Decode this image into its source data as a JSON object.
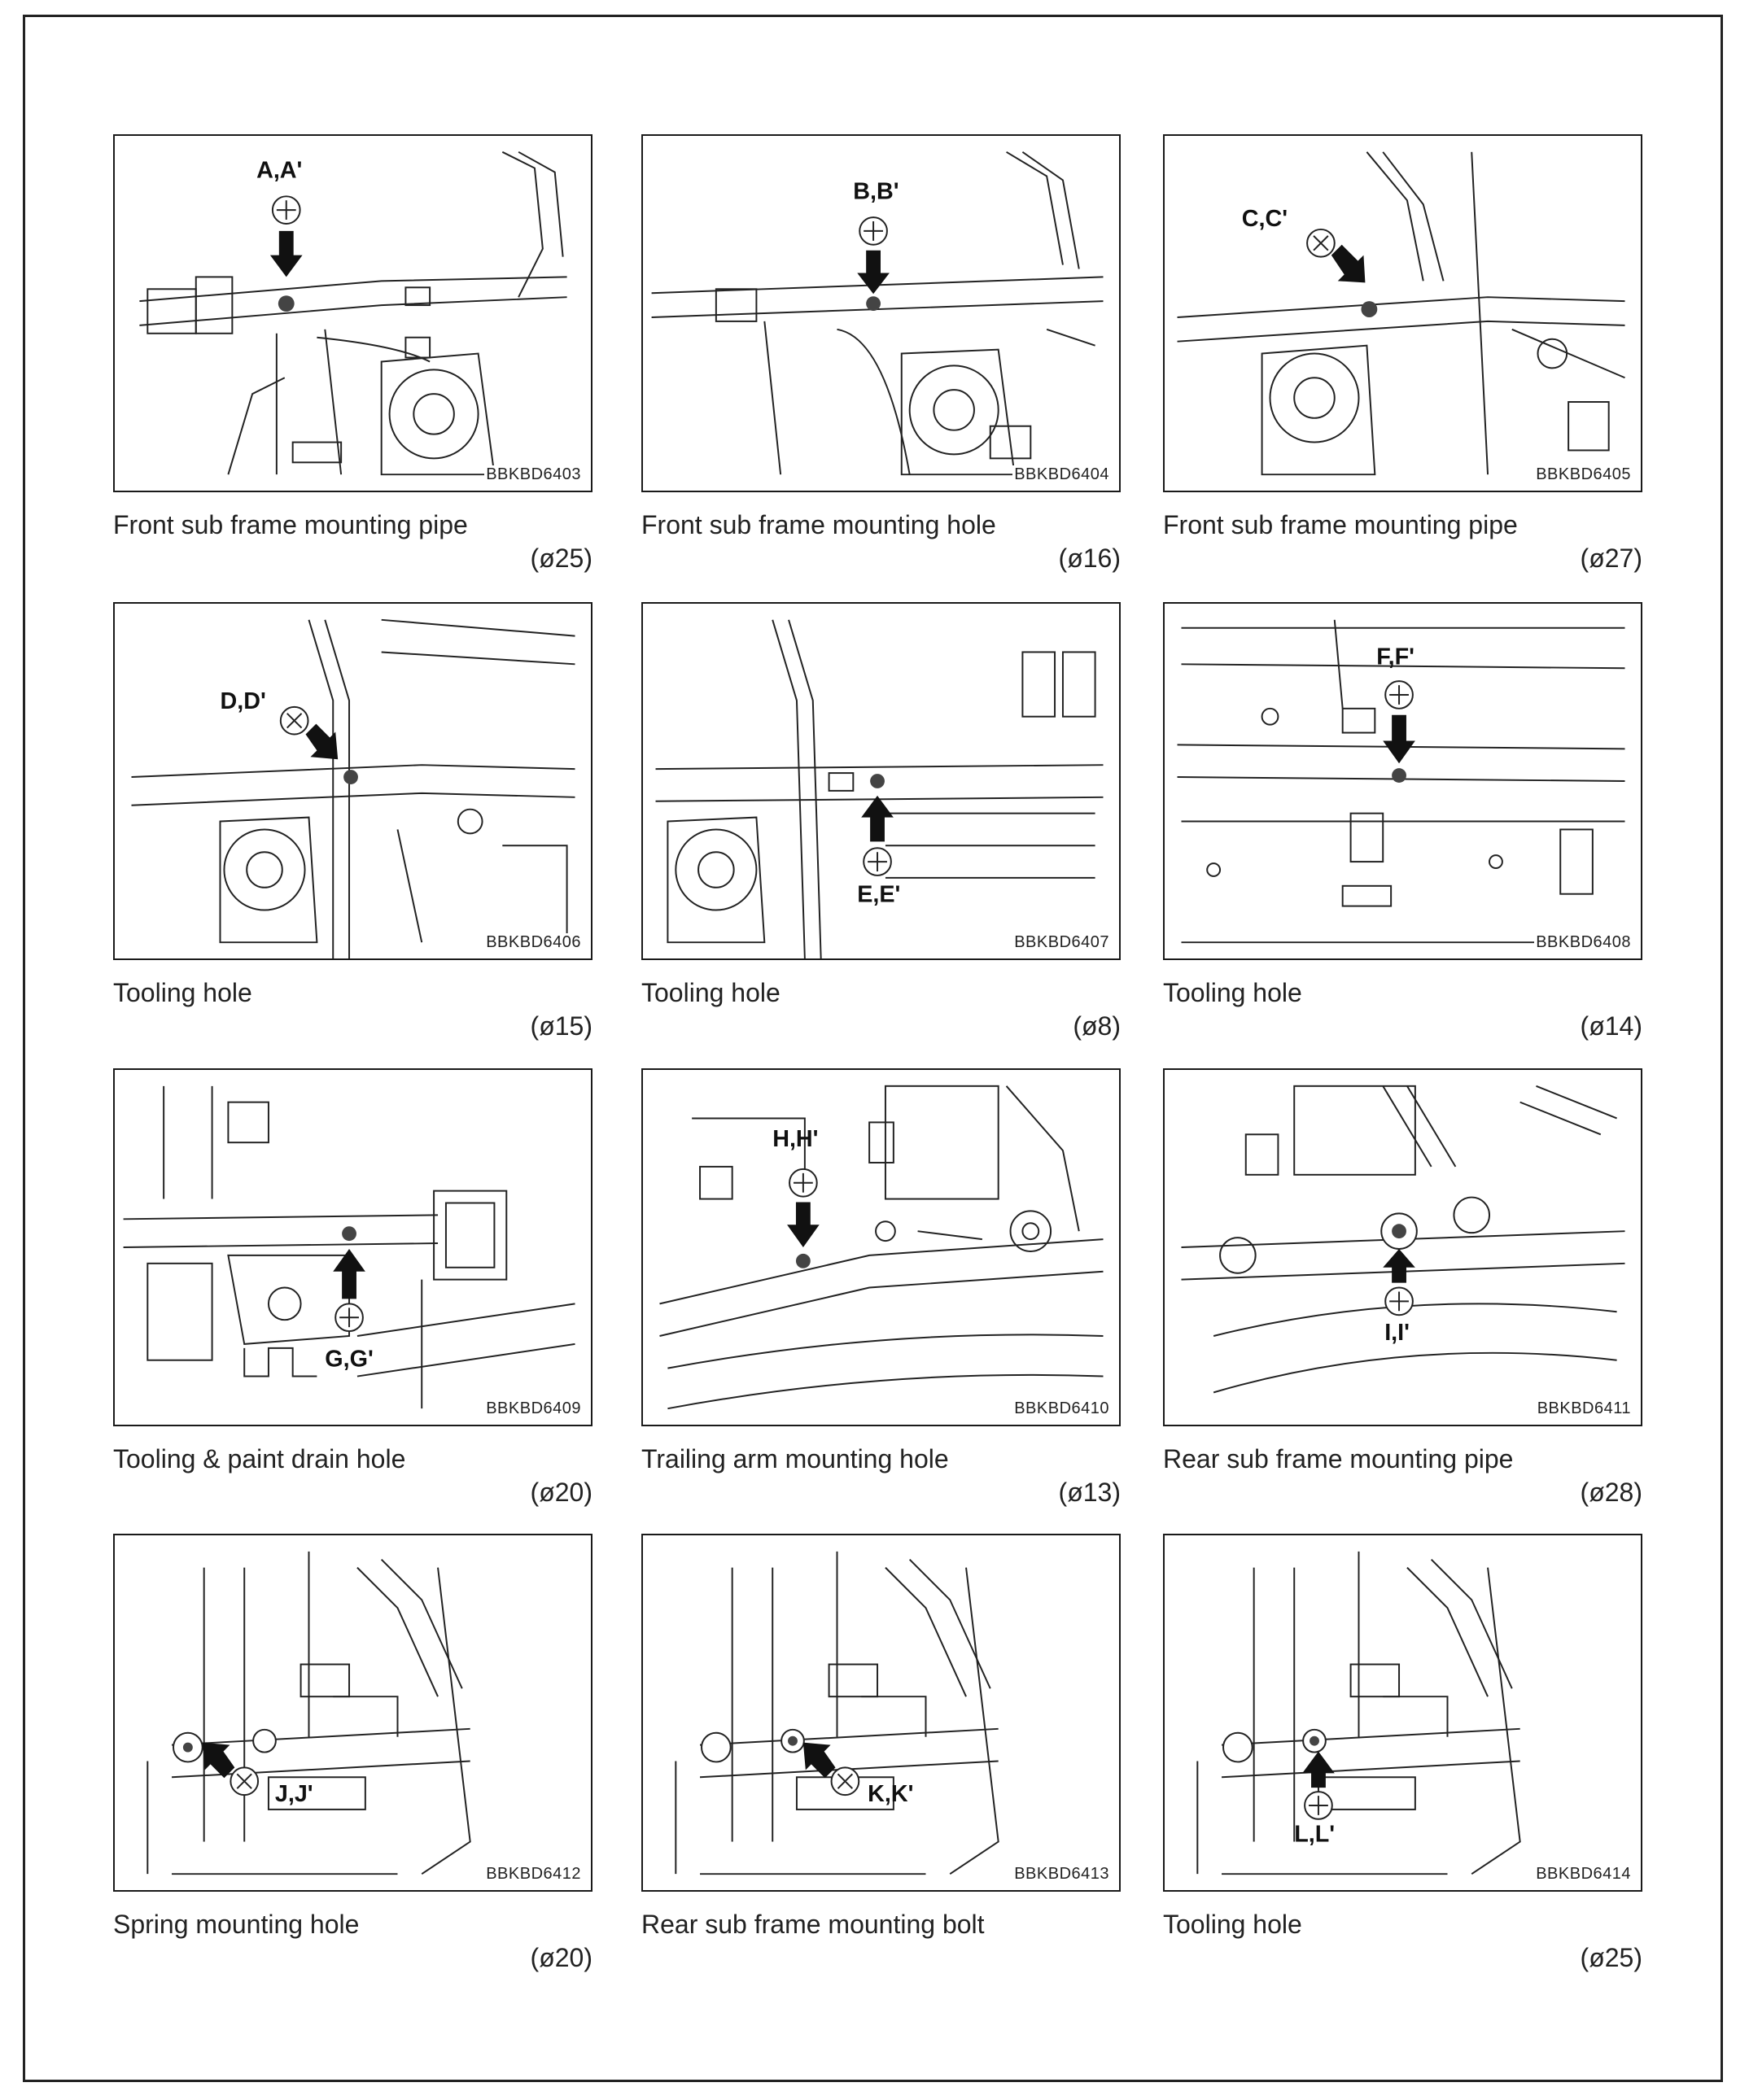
{
  "figures": [
    {
      "label": "A,A'",
      "code": "BBKBD6403",
      "description": "Front sub frame mounting pipe",
      "diameter": "(ø25)",
      "arrow": "down"
    },
    {
      "label": "B,B'",
      "code": "BBKBD6404",
      "description": "Front sub frame mounting hole",
      "diameter": "(ø16)",
      "arrow": "down"
    },
    {
      "label": "C,C'",
      "code": "BBKBD6405",
      "description": "Front sub frame mounting pipe",
      "diameter": "(ø27)",
      "arrow": "diag-down-right"
    },
    {
      "label": "D,D'",
      "code": "BBKBD6406",
      "description": "Tooling hole",
      "diameter": "(ø15)",
      "arrow": "diag-down-right"
    },
    {
      "label": "E,E'",
      "code": "BBKBD6407",
      "description": "Tooling hole",
      "diameter": "(ø8)",
      "arrow": "up"
    },
    {
      "label": "F,F'",
      "code": "BBKBD6408",
      "description": "Tooling hole",
      "diameter": "(ø14)",
      "arrow": "down"
    },
    {
      "label": "G,G'",
      "code": "BBKBD6409",
      "description": "Tooling & paint drain hole",
      "diameter": "(ø20)",
      "arrow": "up"
    },
    {
      "label": "H,H'",
      "code": "BBKBD6410",
      "description": "Trailing arm mounting hole",
      "diameter": "(ø13)",
      "arrow": "down"
    },
    {
      "label": "I,I'",
      "code": "BBKBD6411",
      "description": "Rear sub frame mounting pipe",
      "diameter": "(ø28)",
      "arrow": "up"
    },
    {
      "label": "J,J'",
      "code": "BBKBD6412",
      "description": "Spring mounting hole",
      "diameter": "(ø20)",
      "arrow": "diag-up-left"
    },
    {
      "label": "K,K'",
      "code": "BBKBD6413",
      "description": "Rear sub frame mounting bolt",
      "diameter": "",
      "arrow": "diag-up-left"
    },
    {
      "label": "L,L'",
      "code": "BBKBD6414",
      "description": "Tooling hole",
      "diameter": "(ø25)",
      "arrow": "up"
    }
  ]
}
